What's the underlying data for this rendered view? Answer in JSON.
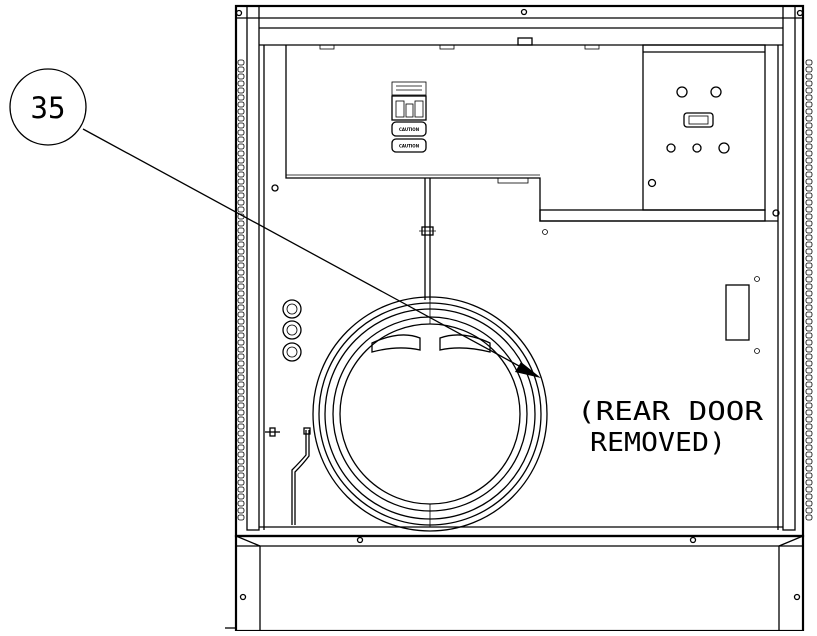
{
  "callout": {
    "number": "35"
  },
  "annotation": {
    "line1": "(REAR DOOR",
    "line2": "REMOVED)"
  },
  "labels": {
    "caution_top": "CAUTION",
    "caution_bottom": "CAUTION"
  }
}
